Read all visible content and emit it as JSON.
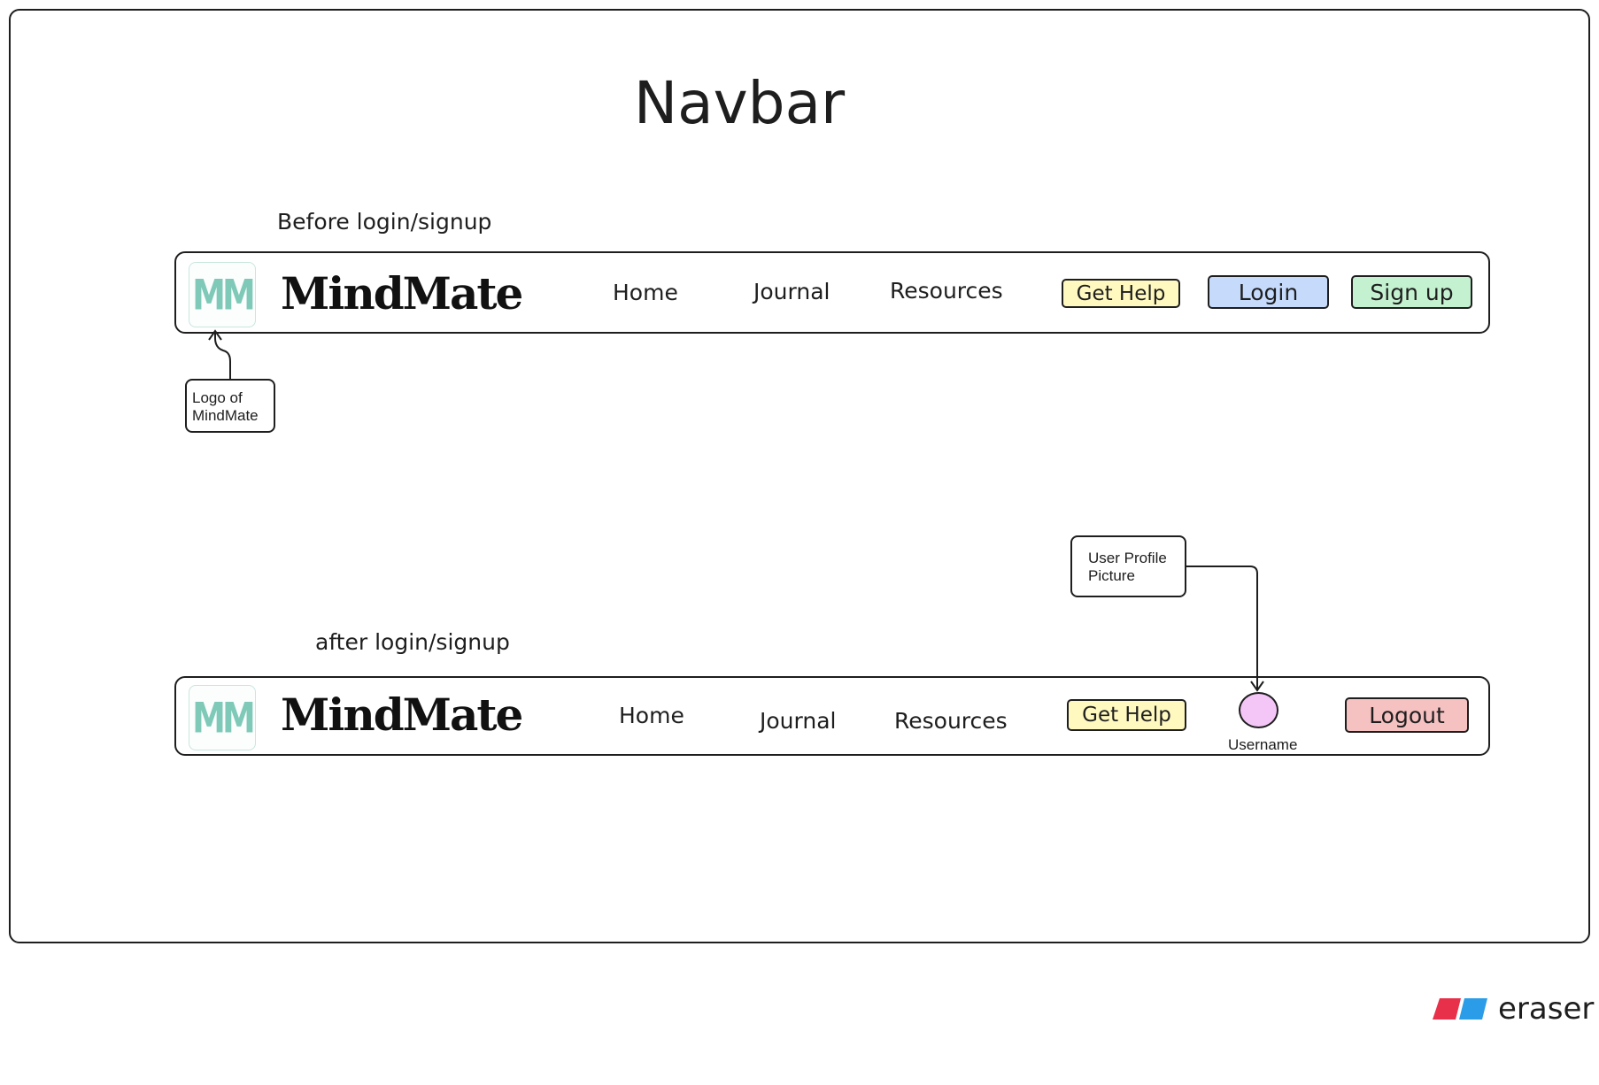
{
  "title": "Navbar",
  "before": {
    "section_label": "Before login/signup",
    "logo_text": "MM",
    "brand": "MindMate",
    "links": [
      "Home",
      "Journal",
      "Resources"
    ],
    "buttons": {
      "get_help": "Get Help",
      "login": "Login",
      "signup": "Sign up"
    },
    "note": "Logo of\nMindMate"
  },
  "after": {
    "section_label": "after login/signup",
    "logo_text": "MM",
    "brand": "MindMate",
    "links": [
      "Home",
      "Journal",
      "Resources"
    ],
    "buttons": {
      "get_help": "Get Help",
      "logout": "Logout"
    },
    "username": "Username",
    "note": "User Profile\nPicture"
  },
  "colors": {
    "get_help": "#fff9c0",
    "login": "#c6dbfc",
    "signup": "#c4f1cf",
    "logout": "#f6c1c1",
    "avatar": "#f4c6f7",
    "logo": "#7fc9b8"
  },
  "watermark": {
    "text": "eraser"
  }
}
